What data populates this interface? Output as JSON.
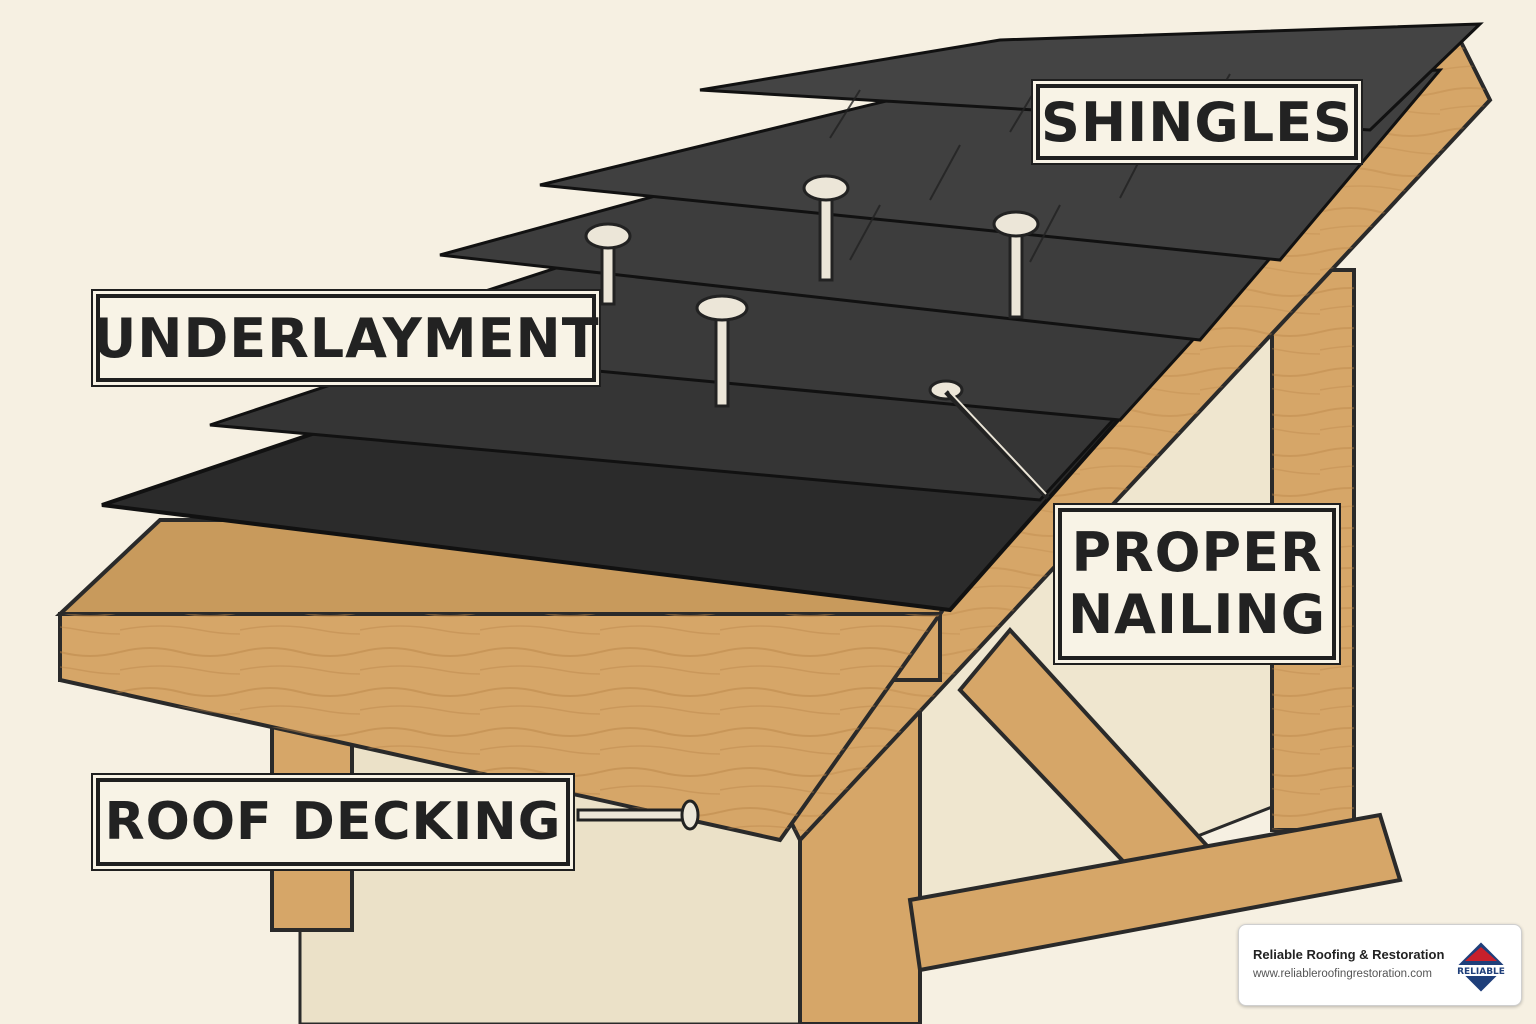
{
  "labels": {
    "shingles": "SHINGLES",
    "underlayment": "UNDERLAYMENT",
    "nailing_line1": "PROPER",
    "nailing_line2": "NAILING",
    "decking": "ROOF DECKING"
  },
  "brand": {
    "name": "Reliable Roofing & Restoration",
    "url": "www.reliableroofingrestoration.com",
    "logo_word": "RELIABLE"
  },
  "colors": {
    "background": "#f6f0e2",
    "shingle": "#3a3a3a",
    "underlayment": "#2b2b2b",
    "wood": "#d6a668",
    "outline": "#1f1f1f",
    "logo_red": "#c8202b",
    "logo_blue": "#1f3f7a"
  }
}
